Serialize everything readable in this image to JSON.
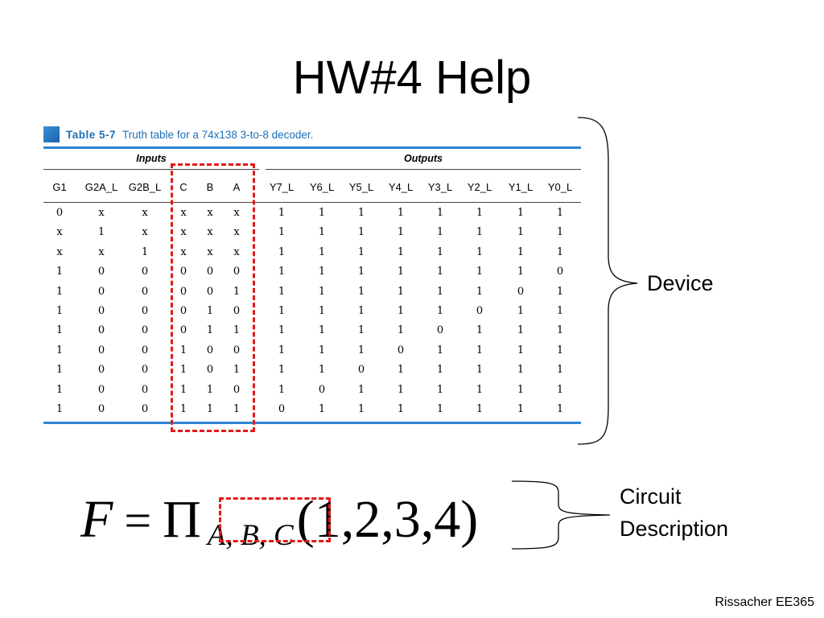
{
  "slide": {
    "title": "HW#4 Help",
    "footer": "Rissacher EE365"
  },
  "table": {
    "label": "Table 5-7",
    "caption": "Truth table for a 74x138 3-to-8 decoder.",
    "groups": {
      "inputs": "Inputs",
      "outputs": "Outputs"
    },
    "columns": [
      "G1",
      "G2A_L",
      "G2B_L",
      "C",
      "B",
      "A",
      "Y7_L",
      "Y6_L",
      "Y5_L",
      "Y4_L",
      "Y3_L",
      "Y2_L",
      "Y1_L",
      "Y0_L"
    ],
    "rows": [
      [
        "0",
        "x",
        "x",
        "x",
        "x",
        "x",
        "1",
        "1",
        "1",
        "1",
        "1",
        "1",
        "1",
        "1"
      ],
      [
        "x",
        "1",
        "x",
        "x",
        "x",
        "x",
        "1",
        "1",
        "1",
        "1",
        "1",
        "1",
        "1",
        "1"
      ],
      [
        "x",
        "x",
        "1",
        "x",
        "x",
        "x",
        "1",
        "1",
        "1",
        "1",
        "1",
        "1",
        "1",
        "1"
      ],
      [
        "1",
        "0",
        "0",
        "0",
        "0",
        "0",
        "1",
        "1",
        "1",
        "1",
        "1",
        "1",
        "1",
        "0"
      ],
      [
        "1",
        "0",
        "0",
        "0",
        "0",
        "1",
        "1",
        "1",
        "1",
        "1",
        "1",
        "1",
        "0",
        "1"
      ],
      [
        "1",
        "0",
        "0",
        "0",
        "1",
        "0",
        "1",
        "1",
        "1",
        "1",
        "1",
        "0",
        "1",
        "1"
      ],
      [
        "1",
        "0",
        "0",
        "0",
        "1",
        "1",
        "1",
        "1",
        "1",
        "1",
        "0",
        "1",
        "1",
        "1"
      ],
      [
        "1",
        "0",
        "0",
        "1",
        "0",
        "0",
        "1",
        "1",
        "1",
        "0",
        "1",
        "1",
        "1",
        "1"
      ],
      [
        "1",
        "0",
        "0",
        "1",
        "0",
        "1",
        "1",
        "1",
        "0",
        "1",
        "1",
        "1",
        "1",
        "1"
      ],
      [
        "1",
        "0",
        "0",
        "1",
        "1",
        "0",
        "1",
        "0",
        "1",
        "1",
        "1",
        "1",
        "1",
        "1"
      ],
      [
        "1",
        "0",
        "0",
        "1",
        "1",
        "1",
        "0",
        "1",
        "1",
        "1",
        "1",
        "1",
        "1",
        "1"
      ]
    ]
  },
  "labels": {
    "device": "Device",
    "circuit_line1": "Circuit",
    "circuit_line2": "Description"
  },
  "formula": {
    "lhs": "F",
    "equals": "=",
    "operator": "Π",
    "subscript": "A, B, C",
    "args": "(1,2,3,4)"
  },
  "colors": {
    "highlight": "#e01a1a",
    "table_accent": "#2d86d3",
    "caption": "#1f6fb8"
  }
}
